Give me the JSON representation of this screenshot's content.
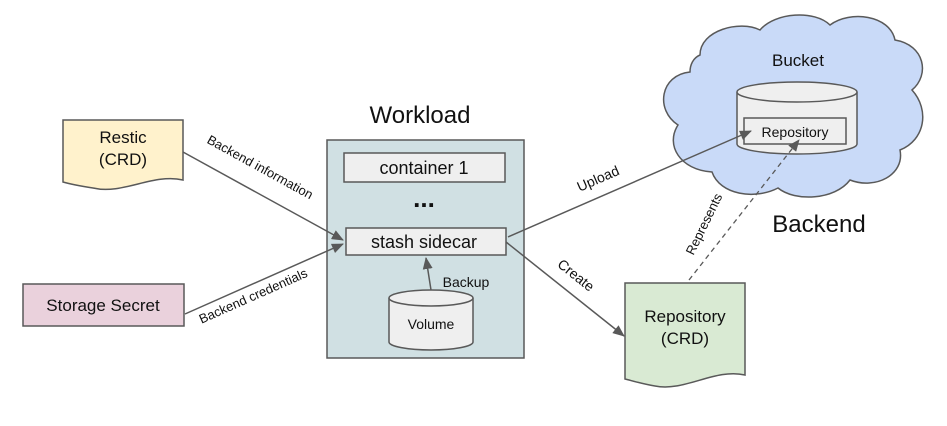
{
  "nodes": {
    "restic": {
      "line1": "Restic",
      "line2": "(CRD)"
    },
    "storage_secret": {
      "label": "Storage Secret"
    },
    "workload": {
      "title": "Workload",
      "container": "container 1",
      "ellipsis": "...",
      "sidecar": "stash sidecar",
      "volume": "Volume"
    },
    "bucket": {
      "label": "Bucket",
      "repository": "Repository"
    },
    "backend": {
      "label": "Backend"
    },
    "repository_crd": {
      "line1": "Repository",
      "line2": "(CRD)"
    }
  },
  "edges": {
    "backend_information": "Backend information",
    "backend_credentials": "Backend credentials",
    "backup": "Backup",
    "upload": "Upload",
    "create": "Create",
    "represents": "Represents"
  },
  "colors": {
    "restic_fill": "#fff2cc",
    "secret_fill": "#ead1dc",
    "workload_fill": "#d0e0e3",
    "box_fill": "#efefef",
    "cloud_fill": "#c9daf8",
    "repo_crd_fill": "#d9ead3",
    "stroke": "#595959"
  }
}
